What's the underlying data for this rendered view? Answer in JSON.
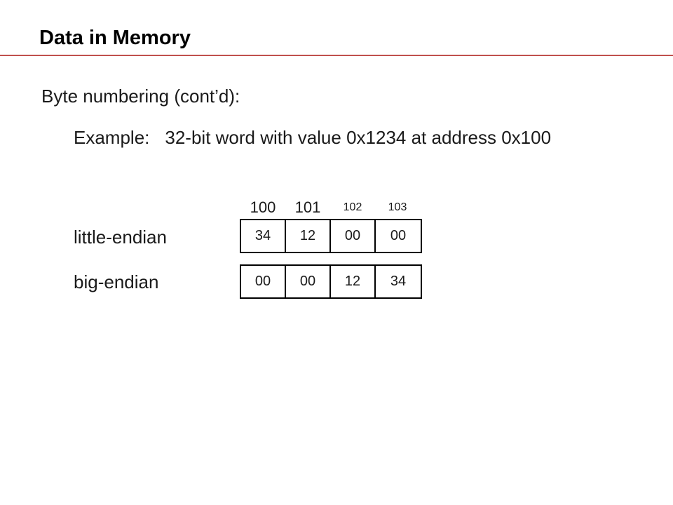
{
  "slide": {
    "title": "Data in Memory",
    "accent_color": "#c0504d"
  },
  "content": {
    "subheading": "Byte numbering (cont’d):",
    "example_label": "Example:",
    "example_text": "32-bit word with value 0x1234 at address 0x100"
  },
  "diagram": {
    "addresses": [
      "100",
      "101",
      "102",
      "103"
    ],
    "rows": [
      {
        "label": "little-endian",
        "bytes": [
          "34",
          "12",
          "00",
          "00"
        ]
      },
      {
        "label": "big-endian",
        "bytes": [
          "00",
          "00",
          "12",
          "34"
        ]
      }
    ]
  }
}
